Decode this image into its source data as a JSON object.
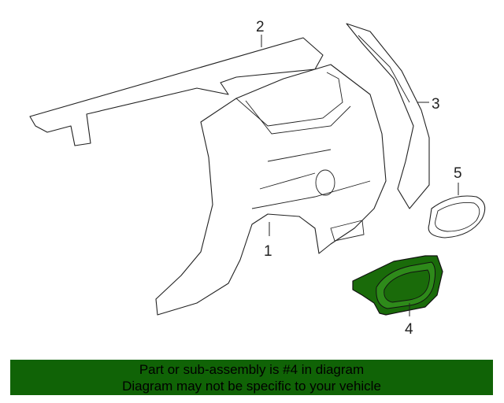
{
  "diagram": {
    "callouts": [
      {
        "label": "1",
        "part": "quarter-panel"
      },
      {
        "label": "2",
        "part": "roof-side-rail"
      },
      {
        "label": "3",
        "part": "pillar-reinforcement"
      },
      {
        "label": "4",
        "part": "fuel-door-housing",
        "highlighted": true
      },
      {
        "label": "5",
        "part": "fuel-door"
      }
    ],
    "highlight_color": "#1a6b0a"
  },
  "banner": {
    "line1": "Part or sub-assembly is #4 in diagram",
    "line2": "Diagram may not be specific to your vehicle",
    "color": "#106306"
  }
}
